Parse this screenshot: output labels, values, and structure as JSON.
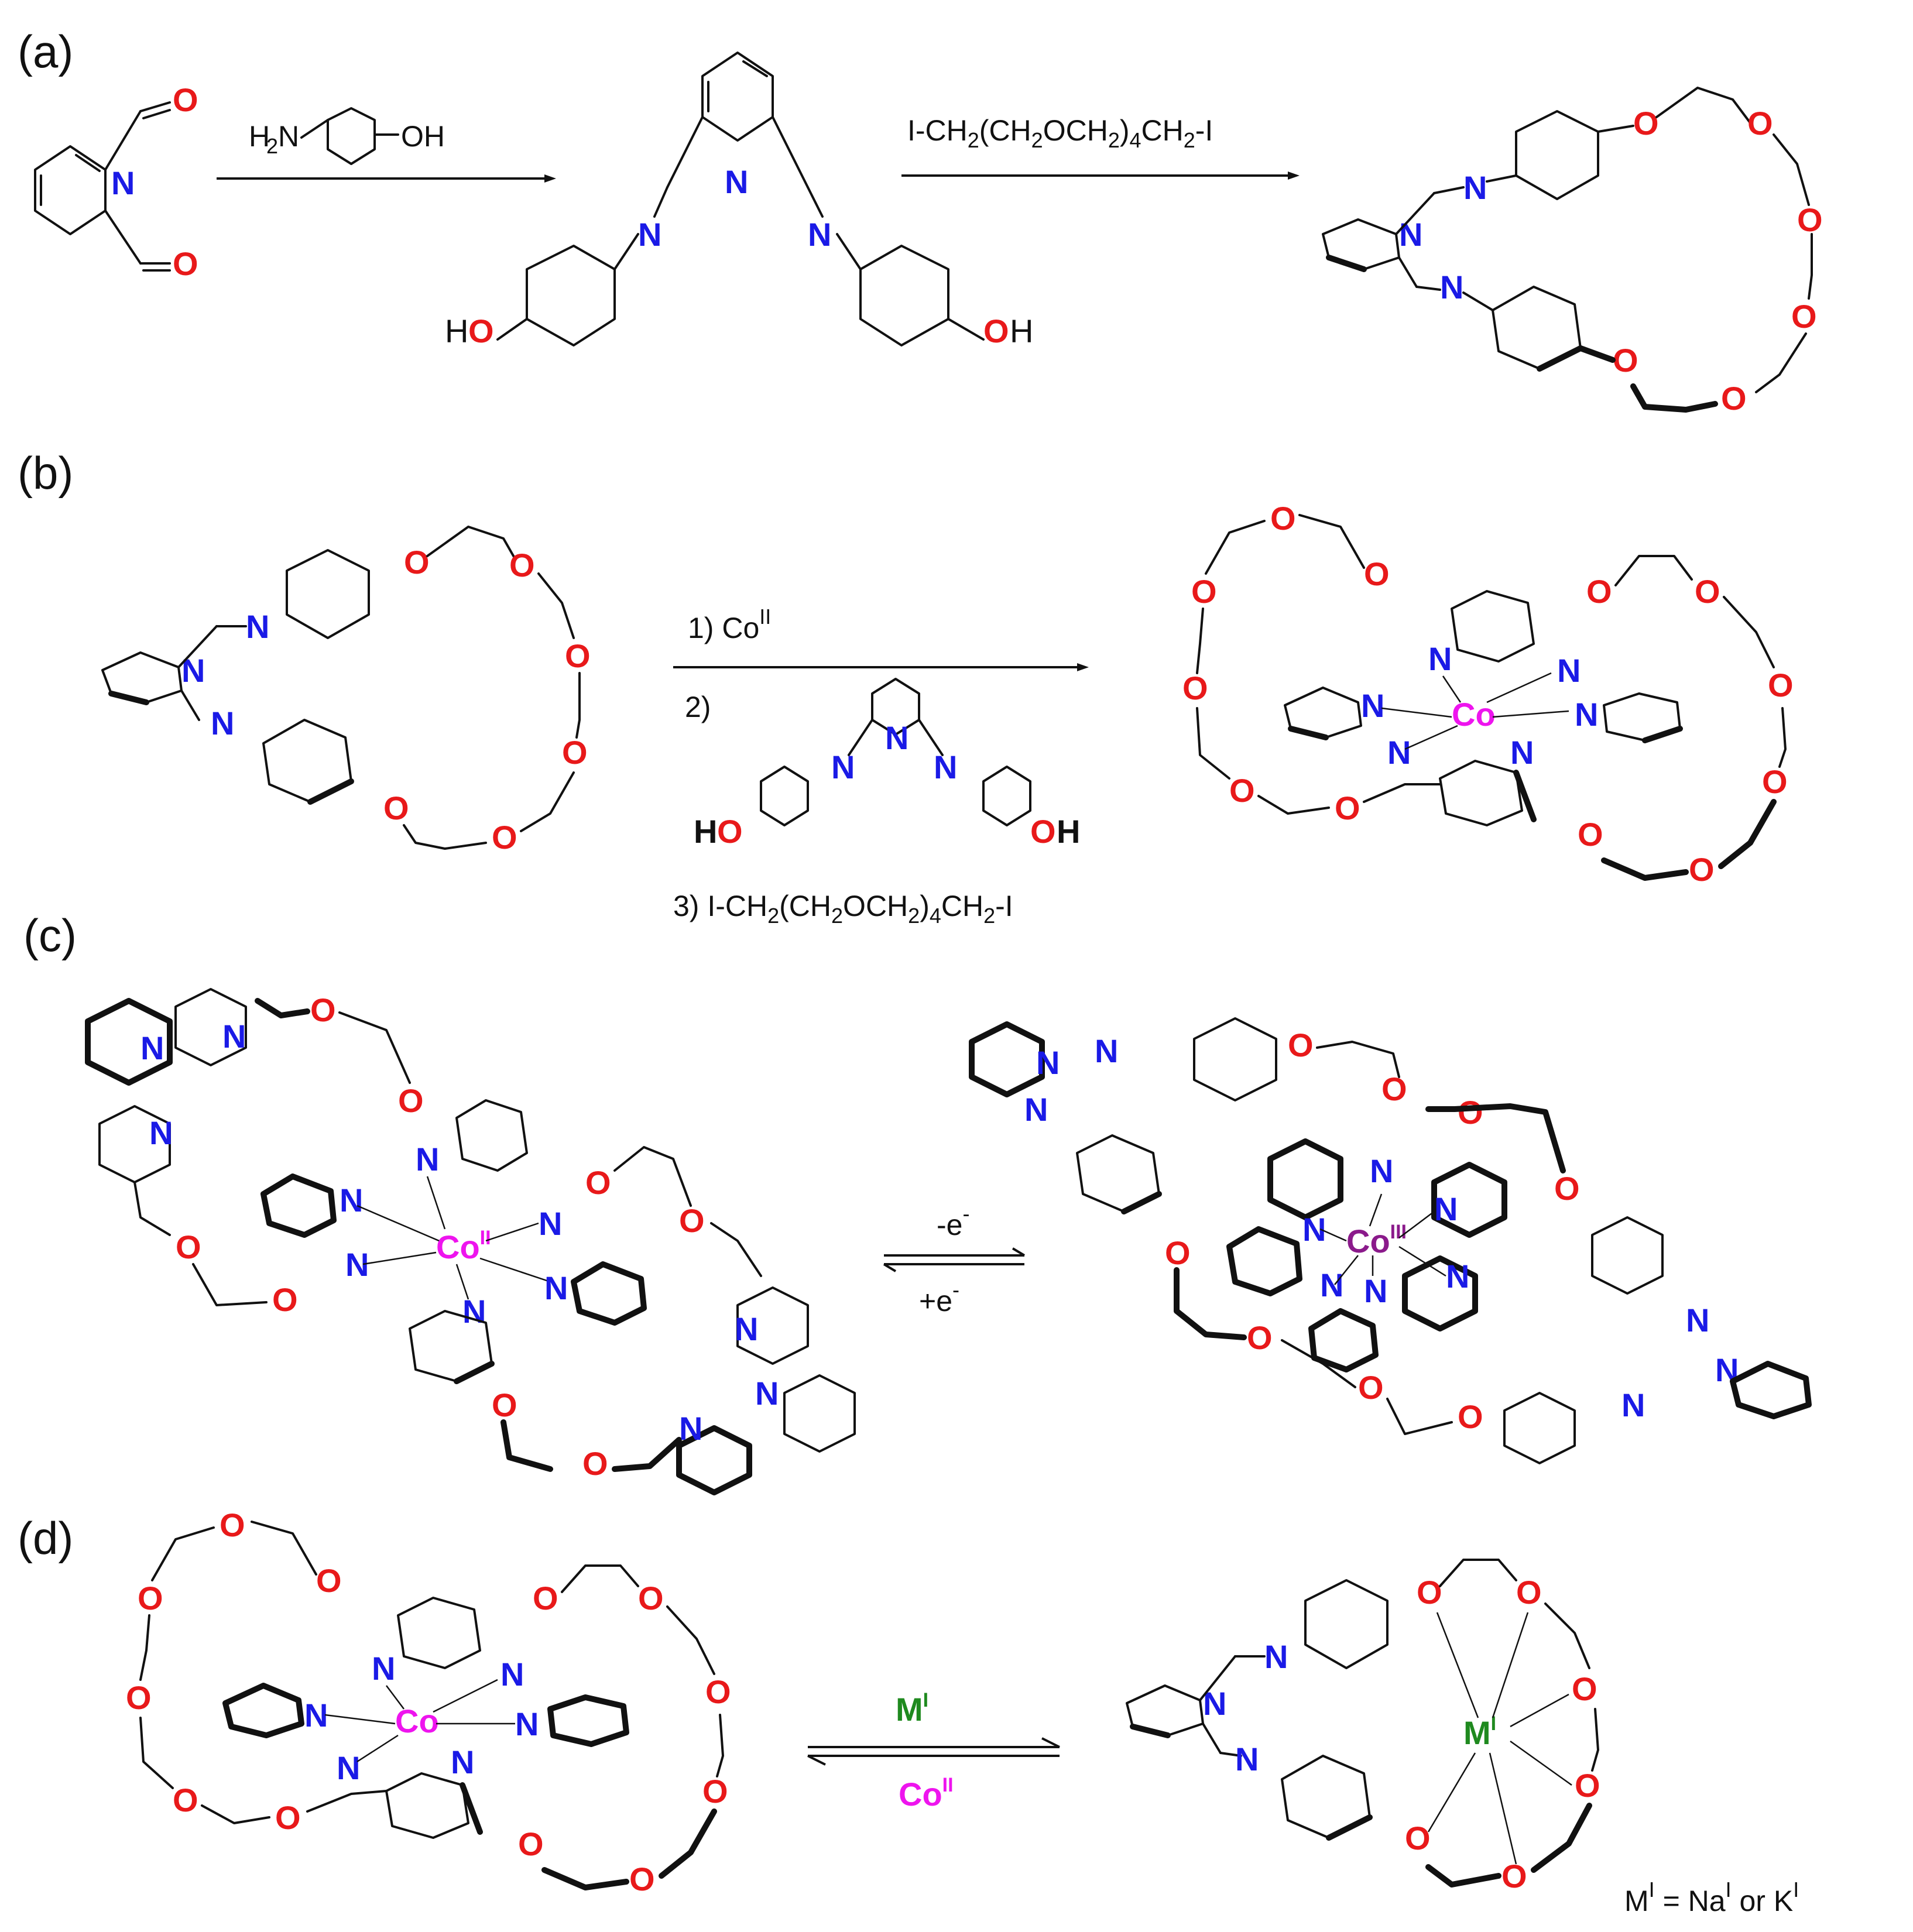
{
  "panels": [
    {
      "label": "(a)",
      "reagent_1": "H",
      "reagent_1_oh": "OH",
      "reagent_2": "I-CH",
      "reagent_2_mid": "(CH",
      "reagent_2_o": "OCH",
      "reagent_2_end": "CH",
      "reagent_2_i": "-I"
    },
    {
      "label": "(b)",
      "step1": "1)  Co",
      "step2": "2)",
      "step3": "3) I-CH",
      "step3_mid": "(CH",
      "step3_o": "OCH",
      "step3_end": "CH",
      "step3_i": "-I"
    },
    {
      "label": "(c)",
      "forward": "-e",
      "backward": "+e"
    },
    {
      "label": "(d)",
      "forward": "M",
      "backward": "Co",
      "legend": "M",
      "legend_mid": " = Na",
      "legend_or": " or K"
    }
  ],
  "atoms": {
    "O": "O",
    "N": "N",
    "H": "H",
    "Co": "Co",
    "M": "M"
  },
  "superscripts": {
    "II": "II",
    "III": "III",
    "I": "I",
    "minus": "-"
  },
  "subscripts": {
    "2": "2",
    "4": "4"
  },
  "colors": {
    "oxygen": "#e8191a",
    "nitrogen": "#1a1ae6",
    "cobalt": "#ee14ee",
    "cobalt_iii": "#8b1a8b",
    "alkali": "#1f8a1f",
    "bond": "#111111"
  }
}
